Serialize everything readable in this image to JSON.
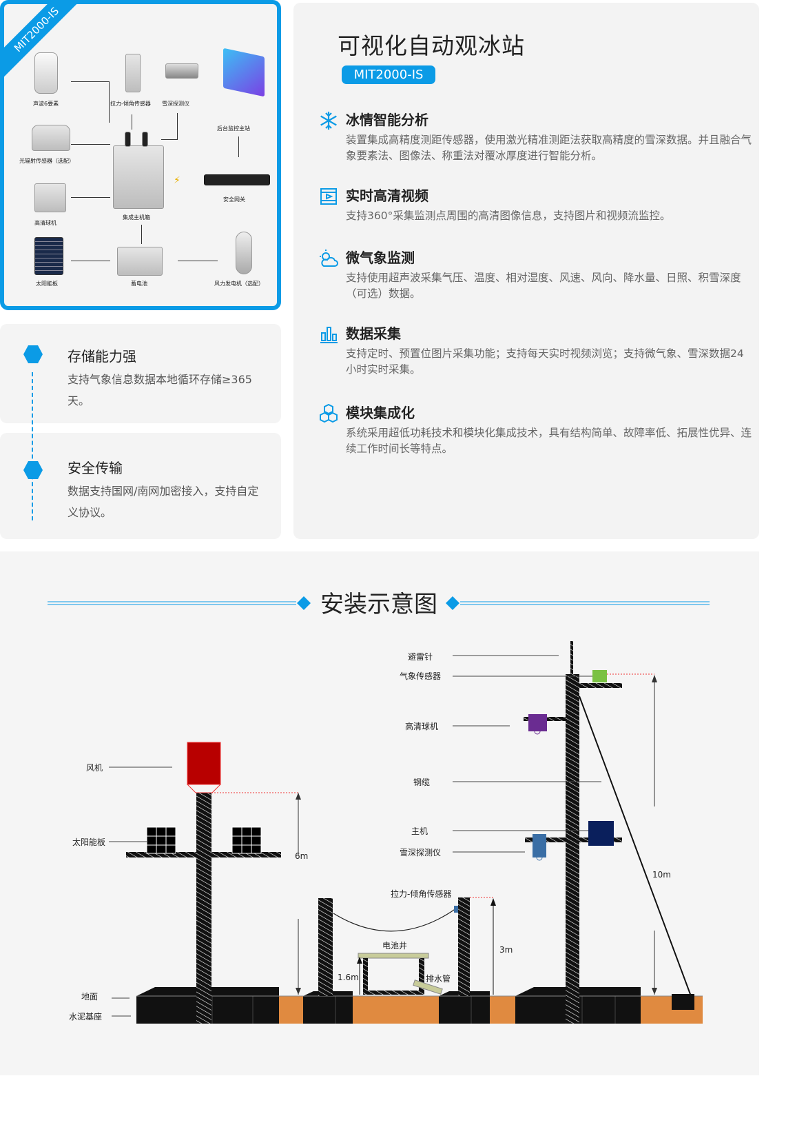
{
  "system_diagram": {
    "model_ribbon": "MIT2000-IS",
    "labels": {
      "ultrasonic": "声波6要素",
      "tension": "拉力-倾角传感器",
      "snow_depth": "雪深探测仪",
      "monitor": "后台监控主站",
      "radiation": "光辐射传感器（选配）",
      "host_box": "集成主机箱",
      "gateway": "安全网关",
      "camera": "高清球机",
      "solar": "太阳能板",
      "battery": "蓄电池",
      "wind": "风力发电机（选配）"
    }
  },
  "left_features": [
    {
      "title": "存储能力强",
      "desc": " 支持气象信息数据本地循环存储≥365天。"
    },
    {
      "title": "安全传输",
      "desc": " 数据支持国网/南网加密接入，支持自定义协议。"
    }
  ],
  "product": {
    "title": "可视化自动观冰站",
    "model": "MIT2000-IS",
    "features": [
      {
        "icon": "snowflake-icon",
        "title": "冰情智能分析",
        "desc": "装置集成高精度测距传感器，使用激光精准测距法获取高精度的雪深数据。并且融合气象要素法、图像法、称重法对覆冰厚度进行智能分析。"
      },
      {
        "icon": "video-icon",
        "title": "实时高清视频",
        "desc": "支持360°采集监测点周围的高清图像信息，支持图片和视频流监控。"
      },
      {
        "icon": "weather-icon",
        "title": "微气象监测",
        "desc": "支持使用超声波采集气压、温度、相对湿度、风速、风向、降水量、日照、积雪深度（可选）数据。"
      },
      {
        "icon": "bar-chart-icon",
        "title": "数据采集",
        "desc": "支持定时、预置位图片采集功能；支持每天实时视频浏览；支持微气象、雪深数据24小时实时采集。"
      },
      {
        "icon": "cubes-icon",
        "title": "模块集成化",
        "desc": "系统采用超低功耗技术和模块化集成技术，具有结构简单、故障率低、拓展性优异、连续工作时间长等特点。"
      }
    ]
  },
  "install": {
    "title": "安装示意图",
    "labels": {
      "lightning_rod": "避雷针",
      "weather_sensor": "气象传感器",
      "camera": "高清球机",
      "cable": "钢缆",
      "host": "主机",
      "snow_depth": "雪深探测仪",
      "fan": "风机",
      "solar": "太阳能板",
      "ground": "地面",
      "base": "水泥基座",
      "tension_sensor": "拉力-倾角传感器",
      "battery_well": "电池井",
      "drain": "排水管",
      "h6": "6m",
      "h3": "3m",
      "h16": "1.6m",
      "h10": "10m"
    },
    "colors": {
      "accent": "#0b9be6",
      "soil": "#e08a40",
      "fan": "#b80000",
      "weather": "#7ac143",
      "camera": "#6a2c91",
      "host": "#0a1f5c",
      "snow": "#3a6ea5"
    }
  }
}
